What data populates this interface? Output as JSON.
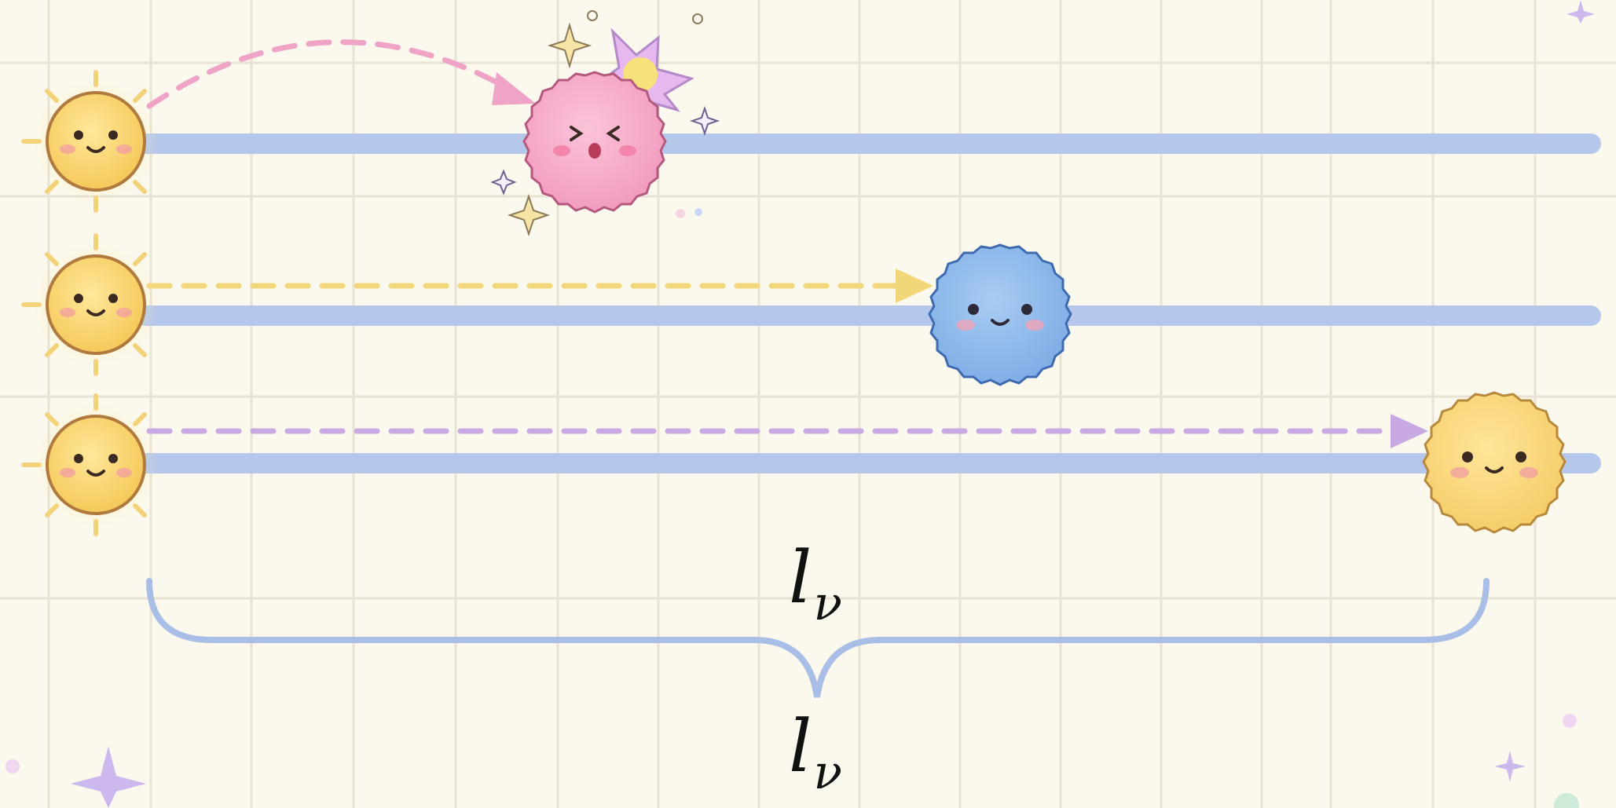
{
  "labels": {
    "length_symbol": "l",
    "length_subscript": "ν",
    "length_symbol_2": "l",
    "length_subscript_2": "ν"
  },
  "rows": [
    {
      "source": "sun",
      "outcome": "absorbed",
      "particle_color": "pink",
      "arrow_color": "#EFA0C6"
    },
    {
      "source": "sun",
      "outcome": "travels",
      "particle_color": "blue",
      "arrow_color": "#F2D77A"
    },
    {
      "source": "sun",
      "outcome": "escapes",
      "particle_color": "yellow",
      "arrow_color": "#C9A8E2"
    }
  ],
  "colors": {
    "background": "#FBF9EE",
    "grid": "#E6E1D2",
    "beam": "#B7C8EC",
    "brace": "#A9BEE6",
    "sun": "#FAD66E",
    "pink_particle": "#F6A8C8",
    "blue_particle": "#8DB8EA",
    "yellow_particle": "#F8D67A"
  },
  "icons": [
    "sun-icon",
    "fuzzy-particle-icon",
    "burst-icon",
    "sparkle-icon",
    "dashed-arrow-icon",
    "brace-icon"
  ]
}
